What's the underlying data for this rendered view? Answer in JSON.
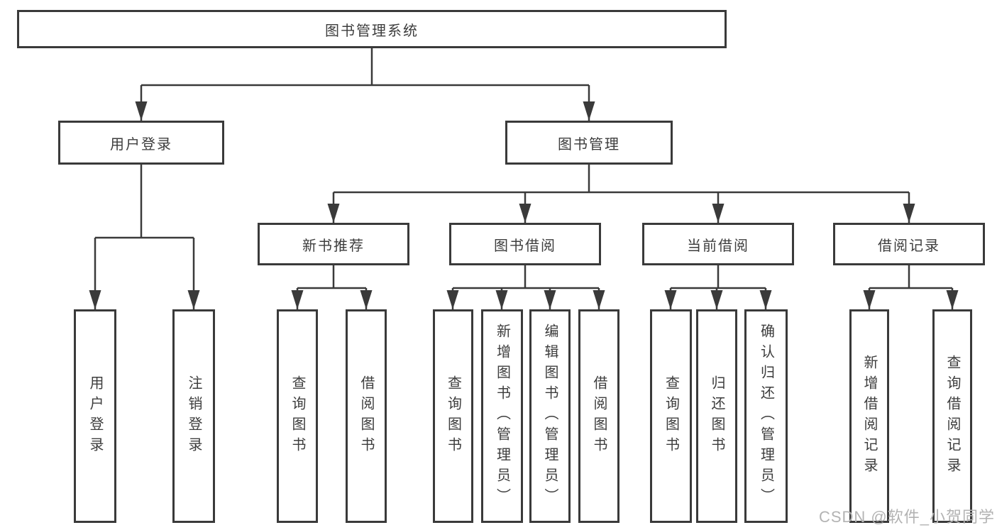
{
  "diagram": {
    "root": {
      "label": "图书管理系统"
    },
    "level2": {
      "user_login": {
        "label": "用户登录"
      },
      "book_management": {
        "label": "图书管理"
      }
    },
    "level3": {
      "new_book_recommend": {
        "label": "新书推荐"
      },
      "book_borrow": {
        "label": "图书借阅"
      },
      "current_borrow": {
        "label": "当前借阅"
      },
      "borrow_records": {
        "label": "借阅记录"
      }
    },
    "leaves": {
      "user_login_fn": {
        "label": "用户登录"
      },
      "logout_fn": {
        "label": "注销登录"
      },
      "recommend_query_books": {
        "label": "查询图书"
      },
      "recommend_borrow_books": {
        "label": "借阅图书"
      },
      "borrow_query_books": {
        "label": "查询图书"
      },
      "borrow_add_books": {
        "label": "新增图书（管理员）"
      },
      "borrow_edit_books": {
        "label": "编辑图书（管理员）"
      },
      "borrow_borrow_books": {
        "label": "借阅图书"
      },
      "current_query_books": {
        "label": "查询图书"
      },
      "current_return_books": {
        "label": "归还图书"
      },
      "current_confirm_return": {
        "label": "确认归还（管理员）"
      },
      "records_add_record": {
        "label": "新增借阅记录"
      },
      "records_query_record": {
        "label": "查询借阅记录"
      }
    }
  },
  "watermark": {
    "text": "CSDN @软件_小贺同学"
  },
  "colors": {
    "line": "#3a3a3a",
    "text": "#3d3d3d",
    "background": "#ffffff",
    "watermark": "#b3b3b3"
  }
}
